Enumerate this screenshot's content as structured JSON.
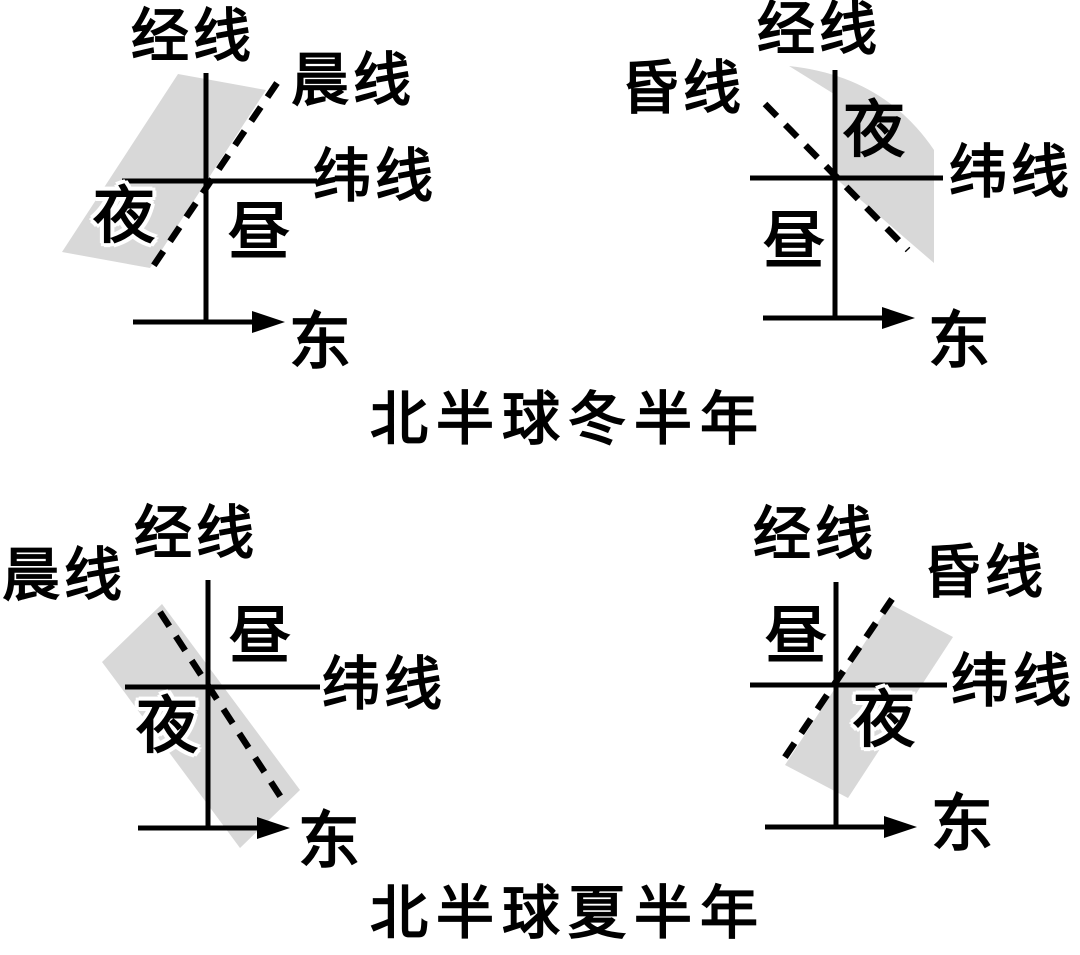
{
  "colors": {
    "background": "#ffffff",
    "line": "#000000",
    "night_shade": "#d8d8d8",
    "night_label_halo": "#ffffff"
  },
  "captions": {
    "winter": "北半球冬半年",
    "summer": "北半球夏半年"
  },
  "diagrams": [
    {
      "labels": {
        "meridian": "经线",
        "terminator": "晨线",
        "parallel": "纬线",
        "night": "夜",
        "day": "昼",
        "east": "东"
      }
    },
    {
      "labels": {
        "meridian": "经线",
        "terminator": "昏线",
        "parallel": "纬线",
        "night": "夜",
        "day": "昼",
        "east": "东"
      }
    },
    {
      "labels": {
        "meridian": "经线",
        "terminator": "晨线",
        "parallel": "纬线",
        "night": "夜",
        "day": "昼",
        "east": "东"
      }
    },
    {
      "labels": {
        "meridian": "经线",
        "terminator": "昏线",
        "parallel": "纬线",
        "night": "夜",
        "day": "昼",
        "east": "东"
      }
    }
  ]
}
